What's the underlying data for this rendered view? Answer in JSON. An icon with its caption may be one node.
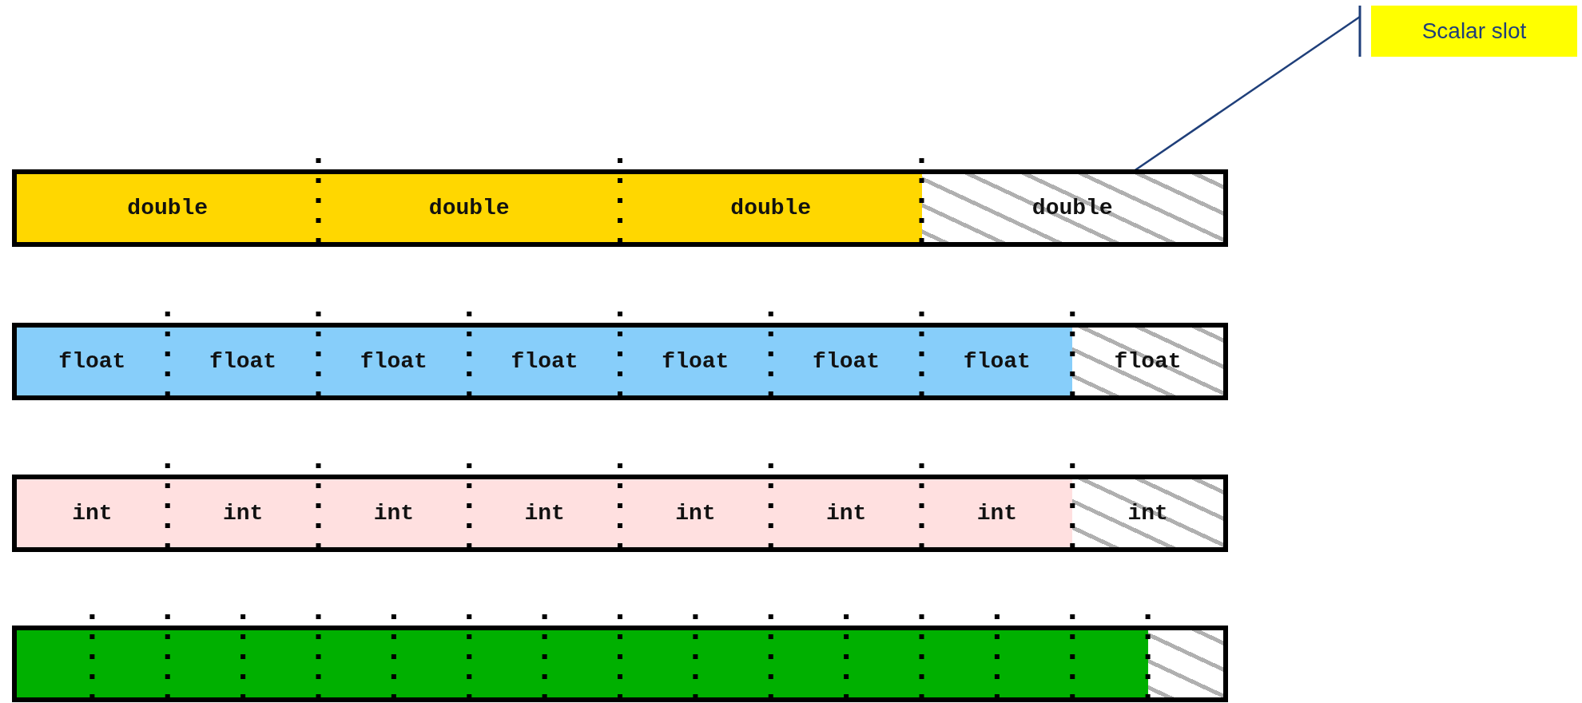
{
  "diagram": {
    "nodes": [
      {
        "text": [
          "Scalar slot"
        ]
      },
      {
        "text": [],
        "shape": "bar"
      },
      {
        "text": [
          "double"
        ],
        "in": 1
      },
      {
        "text": [
          "double"
        ],
        "in": 1
      },
      {
        "text": [
          "double"
        ],
        "in": 1
      },
      {
        "text": [
          "double"
        ],
        "in": 1
      },
      {
        "text": [],
        "shape": "bar"
      },
      {
        "text": [
          "float"
        ],
        "in": 6
      },
      {
        "text": [
          "float"
        ],
        "in": 6
      },
      {
        "text": [
          "float"
        ],
        "in": 6
      },
      {
        "text": [
          "float"
        ],
        "in": 6
      },
      {
        "text": [
          "float"
        ],
        "in": 6
      },
      {
        "text": [
          "float"
        ],
        "in": 6
      },
      {
        "text": [
          "float"
        ],
        "in": 6
      },
      {
        "text": [
          "float"
        ],
        "in": 6
      },
      {
        "text": [],
        "shape": "bar"
      },
      {
        "text": [
          "int"
        ],
        "in": 15
      },
      {
        "text": [
          "int"
        ],
        "in": 15
      },
      {
        "text": [
          "int"
        ],
        "in": 15
      },
      {
        "text": [
          "int"
        ],
        "in": 15
      },
      {
        "text": [
          "int"
        ],
        "in": 15
      },
      {
        "text": [
          "int"
        ],
        "in": 15
      },
      {
        "text": [
          "int"
        ],
        "in": 15
      },
      {
        "text": [
          "int"
        ],
        "in": 15
      },
      {
        "text": [],
        "shape": "bar"
      },
      {
        "text": [],
        "shape": "box",
        "in": 24
      },
      {
        "text": [],
        "shape": "box",
        "in": 24
      },
      {
        "text": [],
        "shape": "box",
        "in": 24
      },
      {
        "text": [],
        "shape": "box",
        "in": 24
      },
      {
        "text": [],
        "shape": "box",
        "in": 24
      },
      {
        "text": [],
        "shape": "box",
        "in": 24
      },
      {
        "text": [],
        "shape": "box",
        "in": 24
      },
      {
        "text": [],
        "shape": "box",
        "in": 24
      },
      {
        "text": [],
        "shape": "box",
        "in": 24
      },
      {
        "text": [],
        "shape": "box",
        "in": 24
      },
      {
        "text": [],
        "shape": "box",
        "in": 24
      },
      {
        "text": [],
        "shape": "box",
        "in": 24
      },
      {
        "text": [],
        "shape": "box",
        "in": 24
      },
      {
        "text": [],
        "shape": "box",
        "in": 24
      },
      {
        "text": [],
        "shape": "box",
        "in": 24
      },
      {
        "text": [],
        "shape": "box",
        "in": 24
      }
    ],
    "edges": [
      {
        "from": 0,
        "to": 5,
        "arrow": "other"
      }
    ]
  }
}
